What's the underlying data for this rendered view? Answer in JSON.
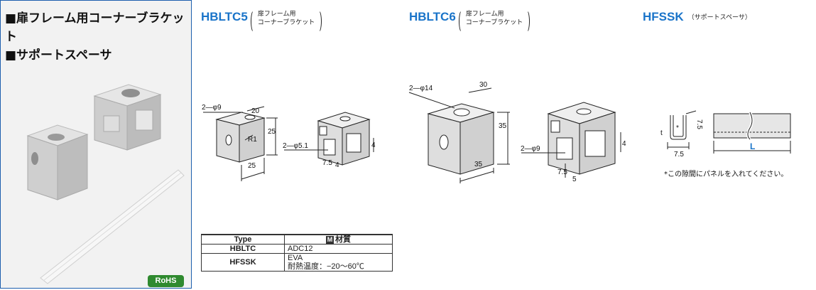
{
  "left_panel": {
    "title_line1": "■扉フレーム用コーナーブラケット",
    "title_line2": "■サポートスペーサ",
    "rohs": "RoHS"
  },
  "products": [
    {
      "code": "HBLTC5",
      "desc_line1": "扉フレーム用",
      "desc_line2": "コーナーブラケット"
    },
    {
      "code": "HBLTC6",
      "desc_line1": "扉フレーム用",
      "desc_line2": "コーナーブラケット"
    },
    {
      "code": "HFSSK",
      "desc": "（サポートスペーサ）"
    }
  ],
  "hbltc5_dims": {
    "hole": "2—φ9",
    "width": "20",
    "height": "25",
    "radius": "R1",
    "bottom": "25",
    "hole2": "2—φ5.1",
    "d1": "7.5",
    "d2": "4",
    "d3": "4"
  },
  "hbltc6_dims": {
    "hole": "2—φ14",
    "width": "30",
    "height": "35",
    "bottom": "35",
    "hole2": "2—φ9",
    "d1": "7.5",
    "d2": "5",
    "d3": "4"
  },
  "hfssk_dims": {
    "top": "7.5",
    "width": "7.5",
    "t": "t",
    "star": "*",
    "length": "L"
  },
  "hfssk_note": "*この隙間にパネルを入れてください。",
  "material_table": {
    "headers": [
      "Type",
      "材質"
    ],
    "m_icon": "M",
    "rows": [
      {
        "type": "HBLTC",
        "material_line1": "ADC12",
        "material_line2": ""
      },
      {
        "type": "HFSSK",
        "material_line1": "EVA",
        "material_line2": "耐熱温度：−20〜60℃"
      }
    ]
  },
  "colors": {
    "accent": "#1a74c9",
    "border": "#1d5fae",
    "rohs": "#2f8a2f"
  }
}
